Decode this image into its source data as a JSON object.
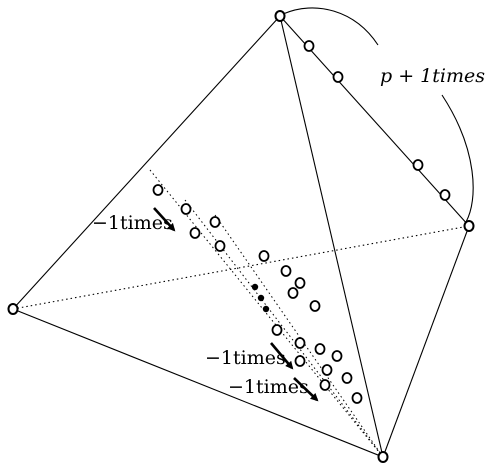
{
  "labels": {
    "top_right": "p + 1times",
    "left": "−1times",
    "lower_a": "−1times",
    "lower_b": "−1times"
  }
}
